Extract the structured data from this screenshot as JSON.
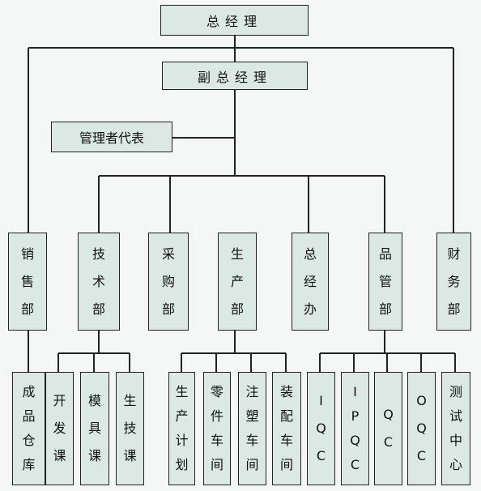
{
  "chart_data": {
    "type": "org-chart",
    "root": "总经理",
    "second": "副总经理",
    "staff": "管理者代表",
    "direct_under_root": [
      "销售部",
      "财务部"
    ],
    "departments": [
      "技术部",
      "采购部",
      "生产部",
      "总经办",
      "品管部"
    ],
    "units": {
      "销售部": [
        "成品仓库"
      ],
      "技术部": [
        "开发课",
        "模具课",
        "生技课"
      ],
      "生产部": [
        "生产计划",
        "零件车间",
        "注塑车间",
        "装配车间"
      ],
      "品管部": [
        "IQC",
        "IPQC",
        "QC",
        "OQC",
        "测试中心"
      ]
    }
  },
  "nodes": {
    "gm": "总经理",
    "dgm": "副总经理",
    "mr": "管理者代表",
    "sales": "销售部",
    "tech": "技术部",
    "purchase": "采购部",
    "production": "生产部",
    "office": "总经办",
    "quality": "品管部",
    "finance": "财务部",
    "warehouse": "成品仓库",
    "dev": "开发课",
    "mold": "模具课",
    "pe": "生技课",
    "plan": "生产计划",
    "parts": "零件车间",
    "injection": "注塑车间",
    "assembly": "装配车间",
    "iqc": "IQC",
    "ipqc": "IPQC",
    "qc": "QC",
    "oqc": "OQC",
    "test": "测试中心"
  }
}
